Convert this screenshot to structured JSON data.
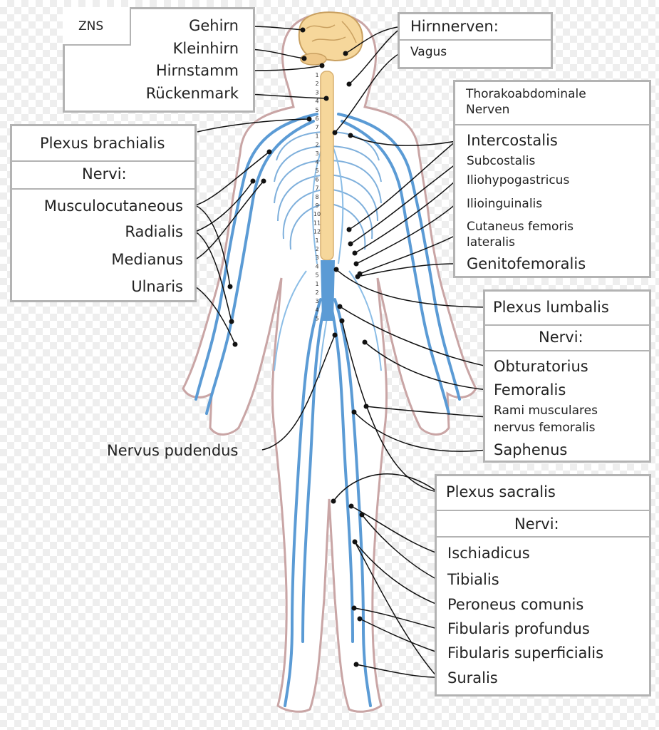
{
  "cns": {
    "title": "ZNS",
    "items": [
      "Gehirn",
      "Kleinhirn",
      "Hirnstamm",
      "Rückenmark"
    ]
  },
  "cranial": {
    "title": "Hirnnerven:",
    "items": [
      "Vagus"
    ]
  },
  "thoracoabdominal": {
    "title_line1": "Thorakoabdominale",
    "title_line2": "Nerven",
    "items": [
      "Intercostalis",
      "Subcostalis",
      "Iliohypogastricus",
      "Ilioinguinalis",
      "Cutaneus femoris",
      "lateralis",
      "Genitofemoralis"
    ]
  },
  "brachial": {
    "title": "Plexus brachialis",
    "nerves_heading": "Nervi:",
    "items": [
      "Musculocutaneous",
      "Radialis",
      "Medianus",
      "Ulnaris"
    ]
  },
  "lumbal": {
    "title": "Plexus lumbalis",
    "nerves_heading": "Nervi:",
    "items": [
      "Obturatorius",
      "Femoralis",
      "Rami musculares",
      "nervus femoralis",
      "Saphenus"
    ]
  },
  "pudendus": "Nervus pudendus",
  "sacral": {
    "title": "Plexus sacralis",
    "nerves_heading": "Nervi:",
    "items": [
      "Ischiadicus",
      "Tibialis",
      "Peroneus comunis",
      "Fibularis profundus",
      "Fibularis superficialis",
      "Suralis"
    ]
  },
  "vertebra_labels": [
    "1",
    "2",
    "3",
    "4",
    "5",
    "6",
    "7",
    "1",
    "2",
    "3",
    "4",
    "5",
    "6",
    "7",
    "8",
    "9",
    "10",
    "11",
    "12",
    "1",
    "2",
    "3",
    "4",
    "5",
    "1",
    "2",
    "3",
    "4",
    "5"
  ],
  "colors": {
    "nerve": "#5b9bd5",
    "skin": "#c9a5a5",
    "brain": "#f6d79b",
    "box_border": "#b3b3b3",
    "leader": "#111111"
  }
}
